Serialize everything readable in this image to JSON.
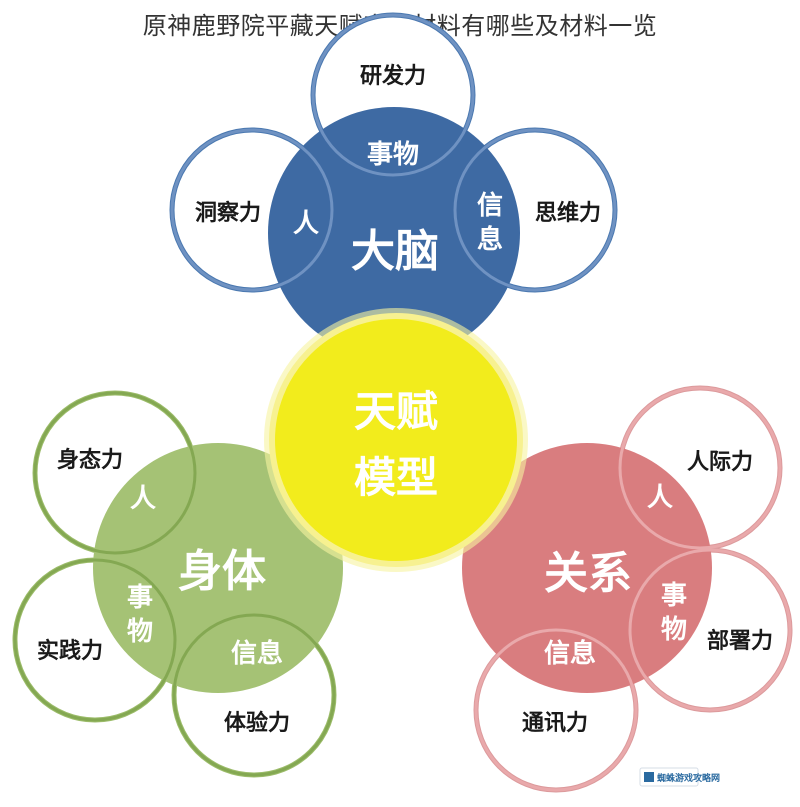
{
  "title": "原神鹿野院平藏天赋突破材料有哪些及材料一览",
  "center": {
    "line1": "天赋",
    "line2": "模型"
  },
  "brain": {
    "label": "大脑",
    "top": "事物",
    "left": "人",
    "right_1": "信",
    "right_2": "息",
    "outer": {
      "top": "研发力",
      "left": "洞察力",
      "right": "思维力"
    }
  },
  "body": {
    "label": "身体",
    "top": "人",
    "left_1": "事",
    "left_2": "物",
    "bottom": "信息",
    "outer": {
      "top": "身态力",
      "left": "实践力",
      "bottom": "体验力"
    }
  },
  "relations": {
    "label": "关系",
    "top": "人",
    "right_1": "事",
    "right_2": "物",
    "bottom": "信息",
    "outer": {
      "top": "人际力",
      "right": "部署力",
      "bottom": "通讯力"
    }
  },
  "watermark": "蜘蛛游戏攻略网",
  "colors": {
    "brain": "#3e6aa3",
    "body": "#9cbc6a",
    "relations": "#d97d7f",
    "talent": "#f2ec1c"
  }
}
